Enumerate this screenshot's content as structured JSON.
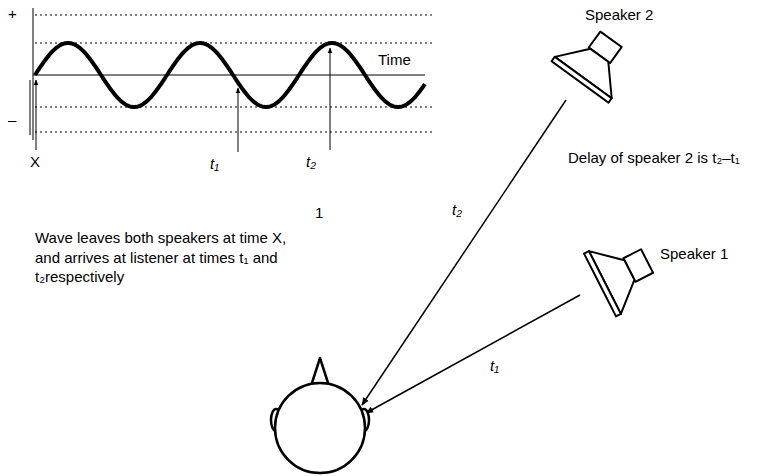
{
  "diagram": {
    "labels": [
      "+",
      "–",
      "Time",
      "X",
      "t₁",
      "t₂",
      "Speaker 2",
      "Delay of speaker 2 is t₂–t₁",
      "Wave leaves both speakers at time X, and arrives at listener at times t₁ and t₂respectively",
      "1",
      "t₂",
      "Speaker 1",
      "t₁"
    ]
  }
}
